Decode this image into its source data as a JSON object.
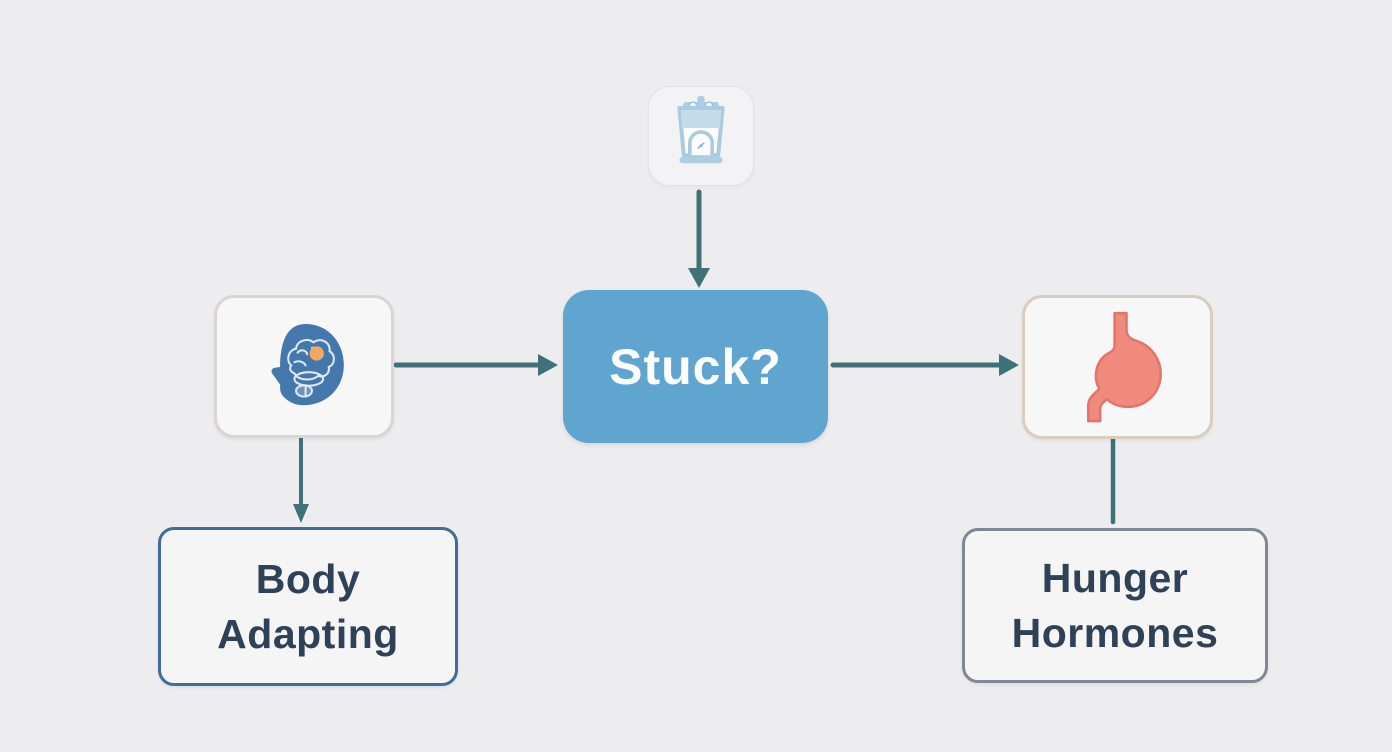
{
  "diagram": {
    "background_color": "#EDEDEF",
    "arrow_color": "#3E7278",
    "center_node": {
      "label": "Stuck?",
      "fill_color": "#5FA5CF",
      "text_color": "#FFFFFF"
    },
    "icon_nodes": {
      "scale": {
        "icon": "weight-scale-icon",
        "color": "#A9CBE0",
        "tile_color": "#F3F3F5"
      },
      "brain": {
        "icon": "brain-head-icon",
        "color": "#4478AD",
        "accent_color": "#EFA960",
        "border_color": "#D8D5D3"
      },
      "stomach": {
        "icon": "stomach-icon",
        "color": "#F08A7C",
        "outline_color": "#E1756A",
        "border_color": "#DACCBE"
      }
    },
    "label_nodes": {
      "body_adapting": {
        "label": "Body Adapting",
        "border_color": "#3E6D9C",
        "text_color": "#2E4157"
      },
      "hunger_hormones": {
        "label": "Hunger Hormones",
        "border_color": "#7E8896",
        "text_color": "#2E4157"
      }
    },
    "edges": [
      {
        "from": "scale",
        "to": "stuck",
        "type": "arrow"
      },
      {
        "from": "brain",
        "to": "stuck",
        "type": "arrow"
      },
      {
        "from": "stuck",
        "to": "stomach",
        "type": "arrow"
      },
      {
        "from": "brain",
        "to": "body_adapting",
        "type": "arrow"
      },
      {
        "from": "stomach",
        "to": "hunger_hormones",
        "type": "line"
      }
    ]
  }
}
